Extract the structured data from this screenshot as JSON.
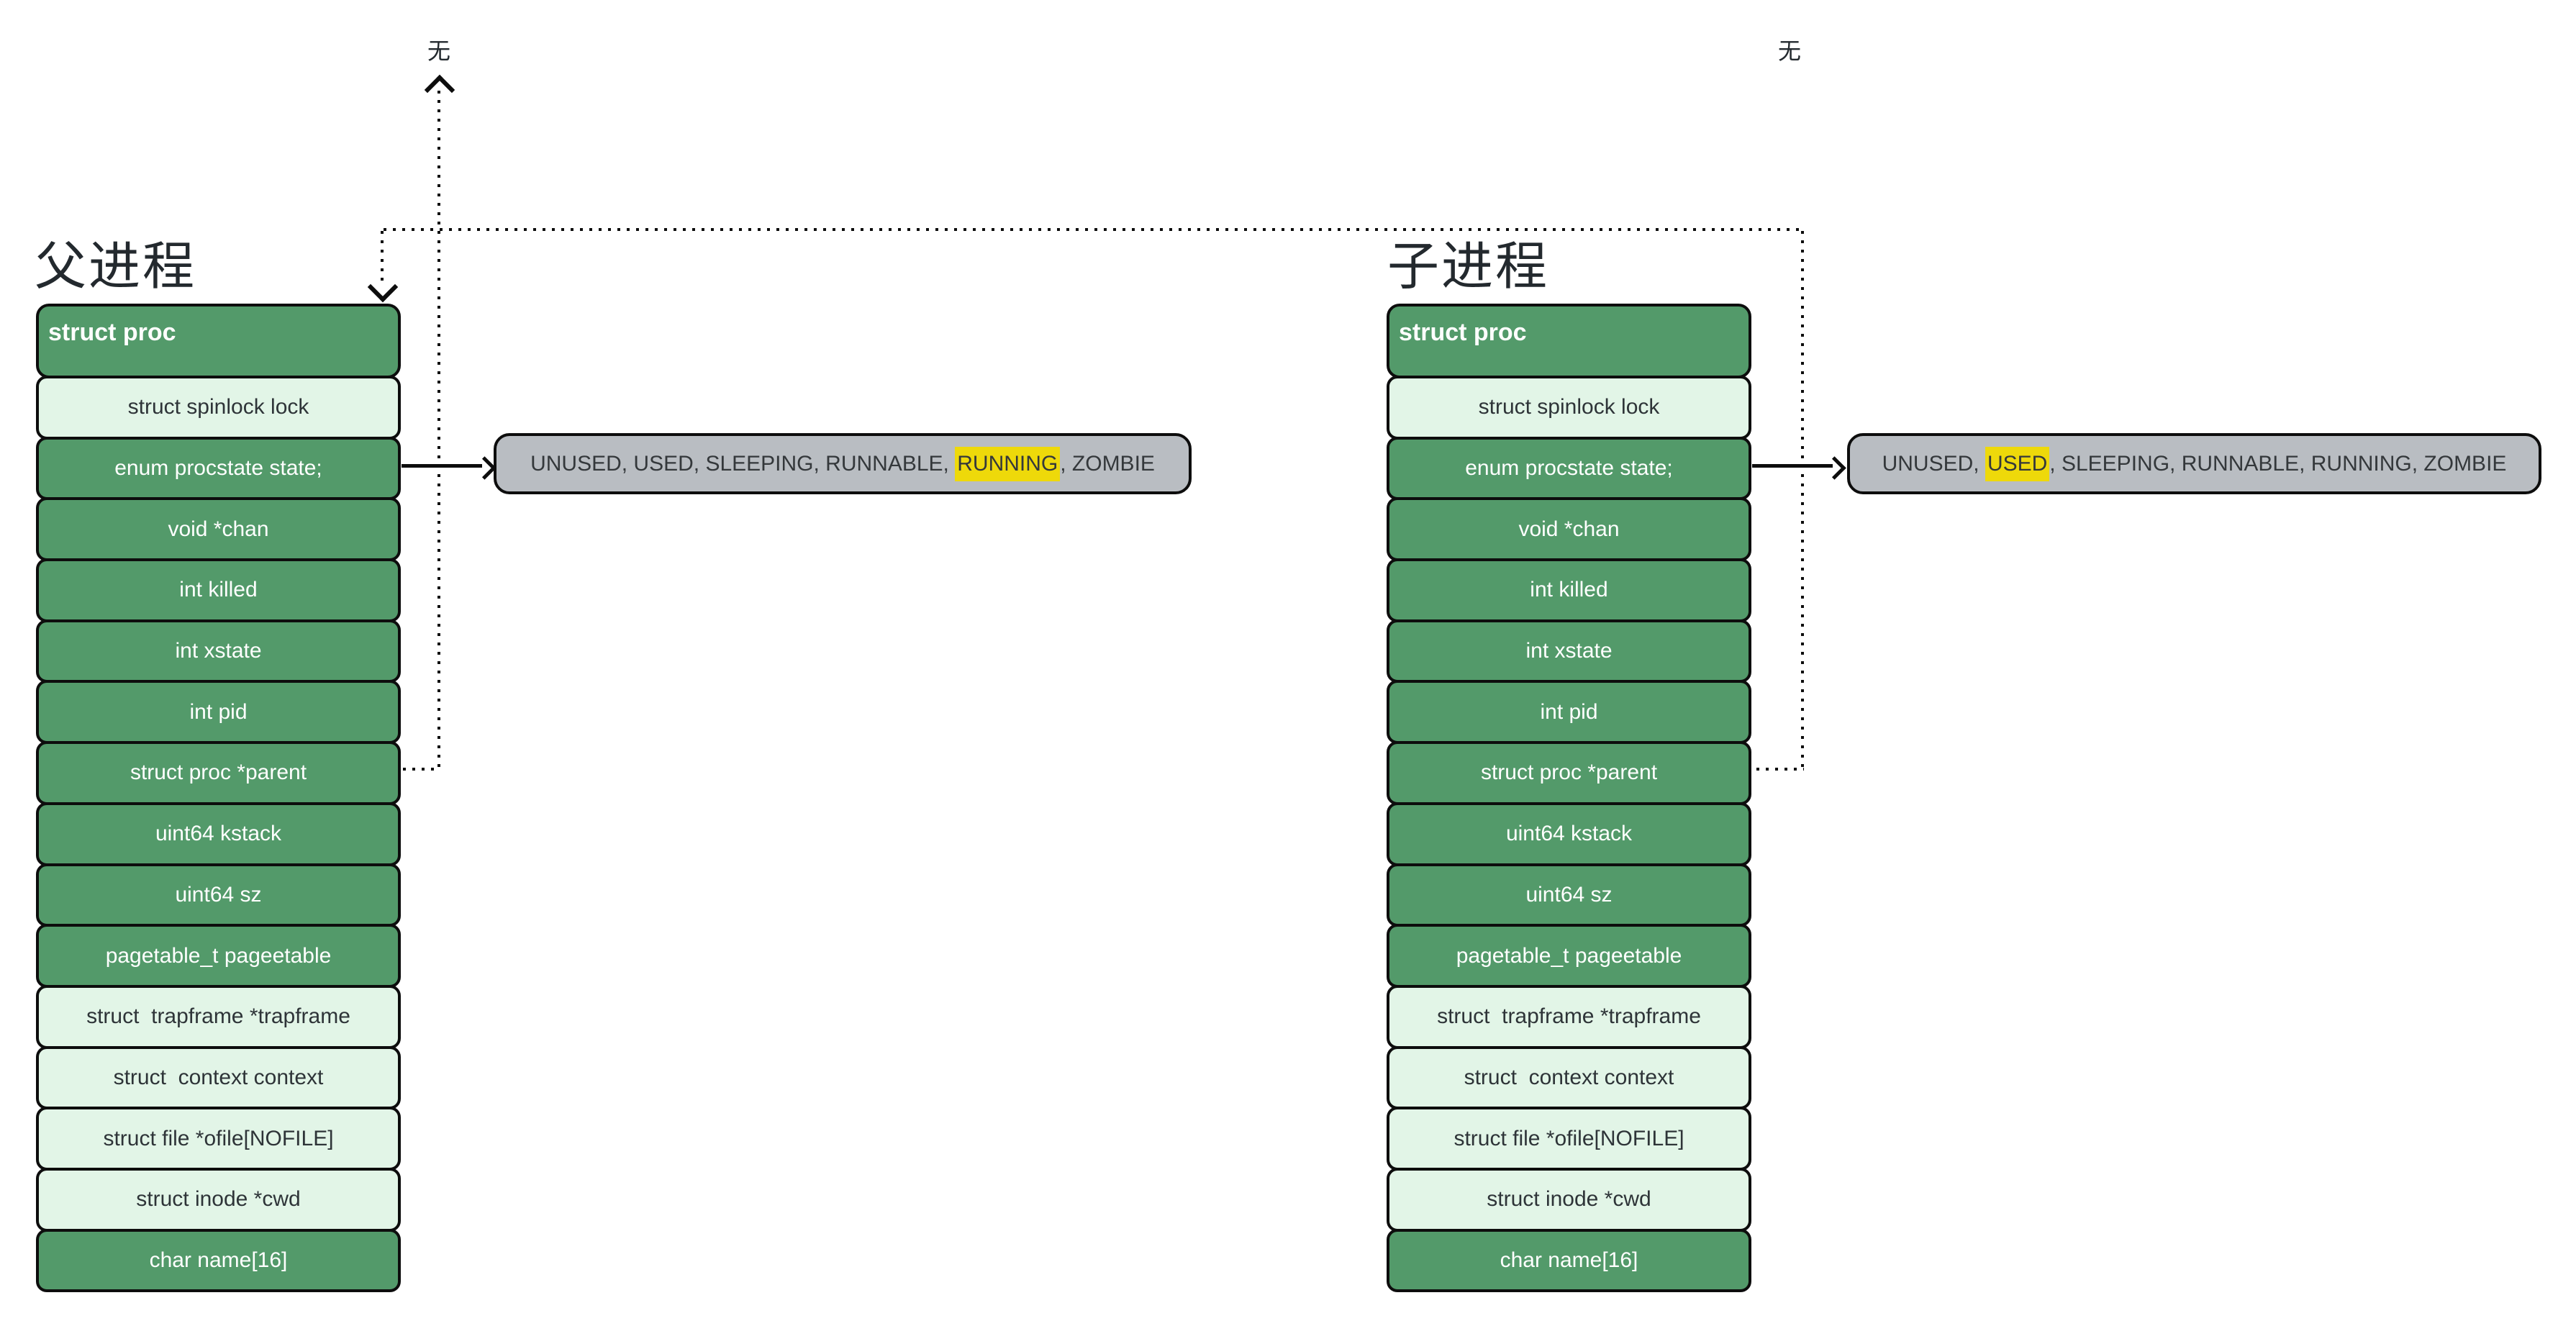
{
  "titles": {
    "parent": "父进程",
    "child": "子进程"
  },
  "labels": {
    "none": "无"
  },
  "struct": {
    "header": "struct proc",
    "fields": [
      {
        "label": "struct spinlock lock"
      },
      {
        "label": "enum procstate state;"
      },
      {
        "label": "void *chan"
      },
      {
        "label": "int killed"
      },
      {
        "label": "int xstate"
      },
      {
        "label": "int pid"
      },
      {
        "label": "struct proc *parent"
      },
      {
        "label": "uint64 kstack"
      },
      {
        "label": "uint64 sz"
      },
      {
        "label": "pagetable_t pageetable"
      },
      {
        "label": "struct  trapframe *trapframe"
      },
      {
        "label": "struct  context context"
      },
      {
        "label": "struct file *ofile[NOFILE]"
      },
      {
        "label": "struct inode *cwd"
      },
      {
        "label": "char name[16]"
      }
    ]
  },
  "states": {
    "parent": {
      "before": "UNUSED, USED, SLEEPING, RUNNABLE, ",
      "highlight": "RUNNING",
      "after": ", ZOMBIE"
    },
    "child": {
      "before": "UNUSED, ",
      "highlight": "USED",
      "after": ", SLEEPING, RUNNABLE, RUNNING, ZOMBIE"
    }
  },
  "colors": {
    "green": "#539a6a",
    "mint": "#e2f5e7",
    "gray": "#b9bdc2",
    "yellow": "#eed90a",
    "line": "#0d0d0d",
    "dark": "#2e3438",
    "title": "#23292e"
  }
}
